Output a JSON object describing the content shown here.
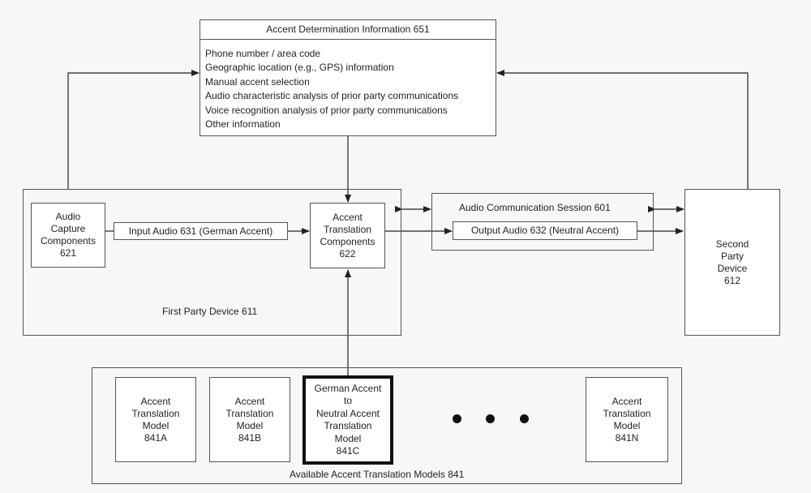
{
  "accent_info": {
    "title": "Accent Determination Information 651",
    "items": [
      "Phone number / area code",
      "Geographic location (e.g., GPS) information",
      "Manual accent selection",
      "Audio characteristic analysis of prior party communications",
      "Voice recognition analysis of prior party communications",
      "Other information"
    ]
  },
  "first_party": {
    "label": "First Party Device 611",
    "audio_capture": [
      "Audio",
      "Capture",
      "Components",
      "621"
    ],
    "input_audio": "Input Audio 631 (German Accent)",
    "accent_translation": [
      "Accent",
      "Translation",
      "Components",
      "622"
    ]
  },
  "session": {
    "label": "Audio Communication Session 601",
    "output_audio": "Output Audio 632 (Neutral Accent)"
  },
  "second_party": [
    "Second",
    "Party",
    "Device",
    "612"
  ],
  "models": {
    "label": "Available Accent Translation Models 841",
    "model_a": [
      "Accent",
      "Translation",
      "Model",
      "841A"
    ],
    "model_b": [
      "Accent",
      "Translation",
      "Model",
      "841B"
    ],
    "model_c": [
      "German Accent",
      "to",
      "Neutral Accent",
      "Translation",
      "Model",
      "841C"
    ],
    "model_n": [
      "Accent",
      "Translation",
      "Model",
      "841N"
    ]
  },
  "colors": {
    "line": "#222222",
    "border": "#555555",
    "background": "#f7f7f7"
  }
}
